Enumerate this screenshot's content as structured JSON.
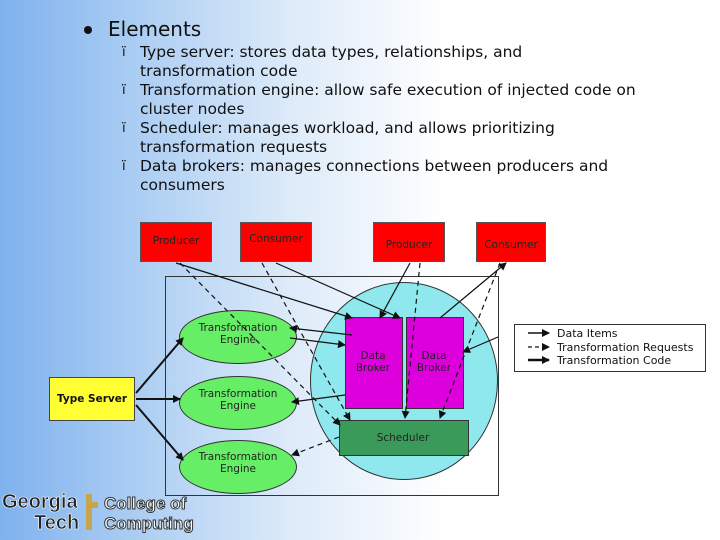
{
  "slide": {
    "heading": "Elements",
    "bullet_marker": "ï",
    "items": [
      "Type server: stores data types, relationships, and transformation code",
      "Transformation engine: allow safe execution of injected code on cluster nodes",
      "Scheduler: manages workload, and allows prioritizing transformation requests",
      "Data brokers: manages connections between producers and consumers"
    ]
  },
  "diagram": {
    "producer_left": "Producer",
    "consumer_left": "Consumer",
    "producer_right": "Producer",
    "consumer_right": "Consumer",
    "engine_1": "Transformation Engine",
    "engine_2": "Transformation Engine",
    "engine_3": "Transformation Engine",
    "type_server": "Type Server",
    "broker_1": "Data Broker",
    "broker_2": "Data Broker",
    "scheduler": "Scheduler",
    "legend": [
      "Data Items",
      "Transformation Requests",
      "Transformation Code"
    ],
    "colors": {
      "red_box": "#ff0000",
      "engine": "#66ee66",
      "cluster": "#8ee8ee",
      "broker": "#dd00dd",
      "scheduler": "#3a9a5a"
    }
  },
  "logo": {
    "line1": "Georgia",
    "line2": "Tech",
    "college1": "College of",
    "college2": "Computing"
  }
}
